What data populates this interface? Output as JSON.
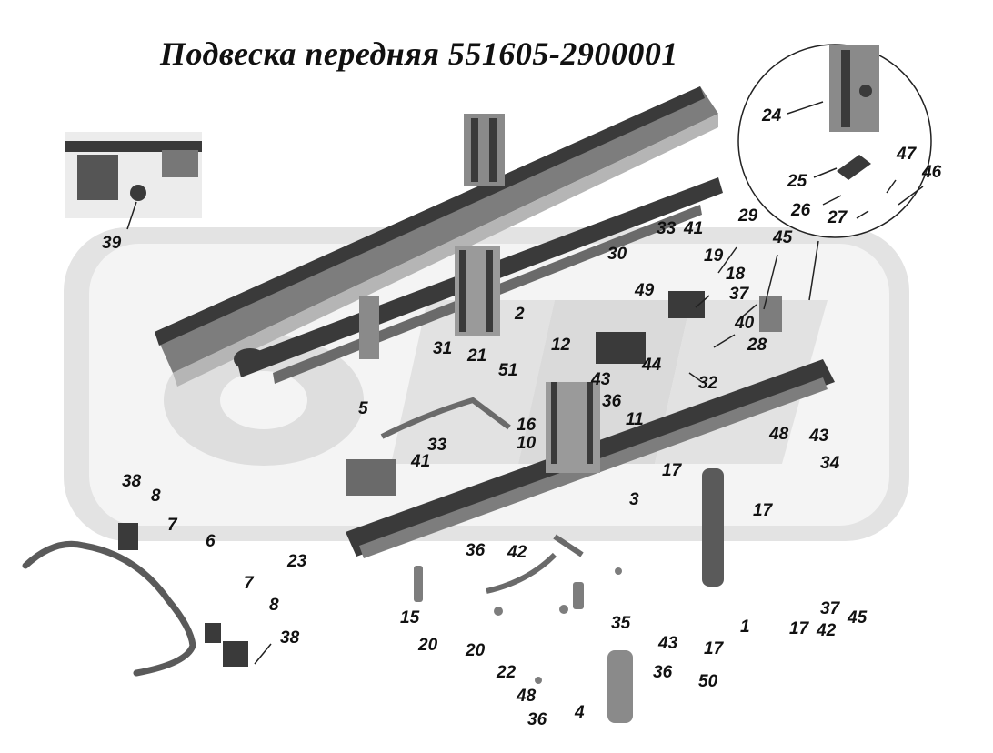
{
  "title": "Подвеска передняя 551605-2900001",
  "callouts": [
    "24",
    "25",
    "26",
    "27",
    "46",
    "47",
    "39",
    "33",
    "41",
    "29",
    "30",
    "45",
    "19",
    "18",
    "37",
    "49",
    "2",
    "40",
    "12",
    "31",
    "21",
    "28",
    "51",
    "44",
    "32",
    "43",
    "36",
    "5",
    "11",
    "16",
    "10",
    "48",
    "33",
    "41",
    "43",
    "34",
    "17",
    "38",
    "8",
    "3",
    "7",
    "6",
    "17",
    "36",
    "42",
    "23",
    "7",
    "8",
    "15",
    "35",
    "1",
    "20",
    "20",
    "43",
    "17",
    "37",
    "45",
    "17",
    "42",
    "38",
    "22",
    "36",
    "50",
    "48",
    "36",
    "4"
  ],
  "colors": {
    "ink": "#111111",
    "watermark": "#c9c9c9",
    "part_dark": "#3a3a3a",
    "part_mid": "#7d7d7d",
    "part_light": "#b5b5b5"
  }
}
